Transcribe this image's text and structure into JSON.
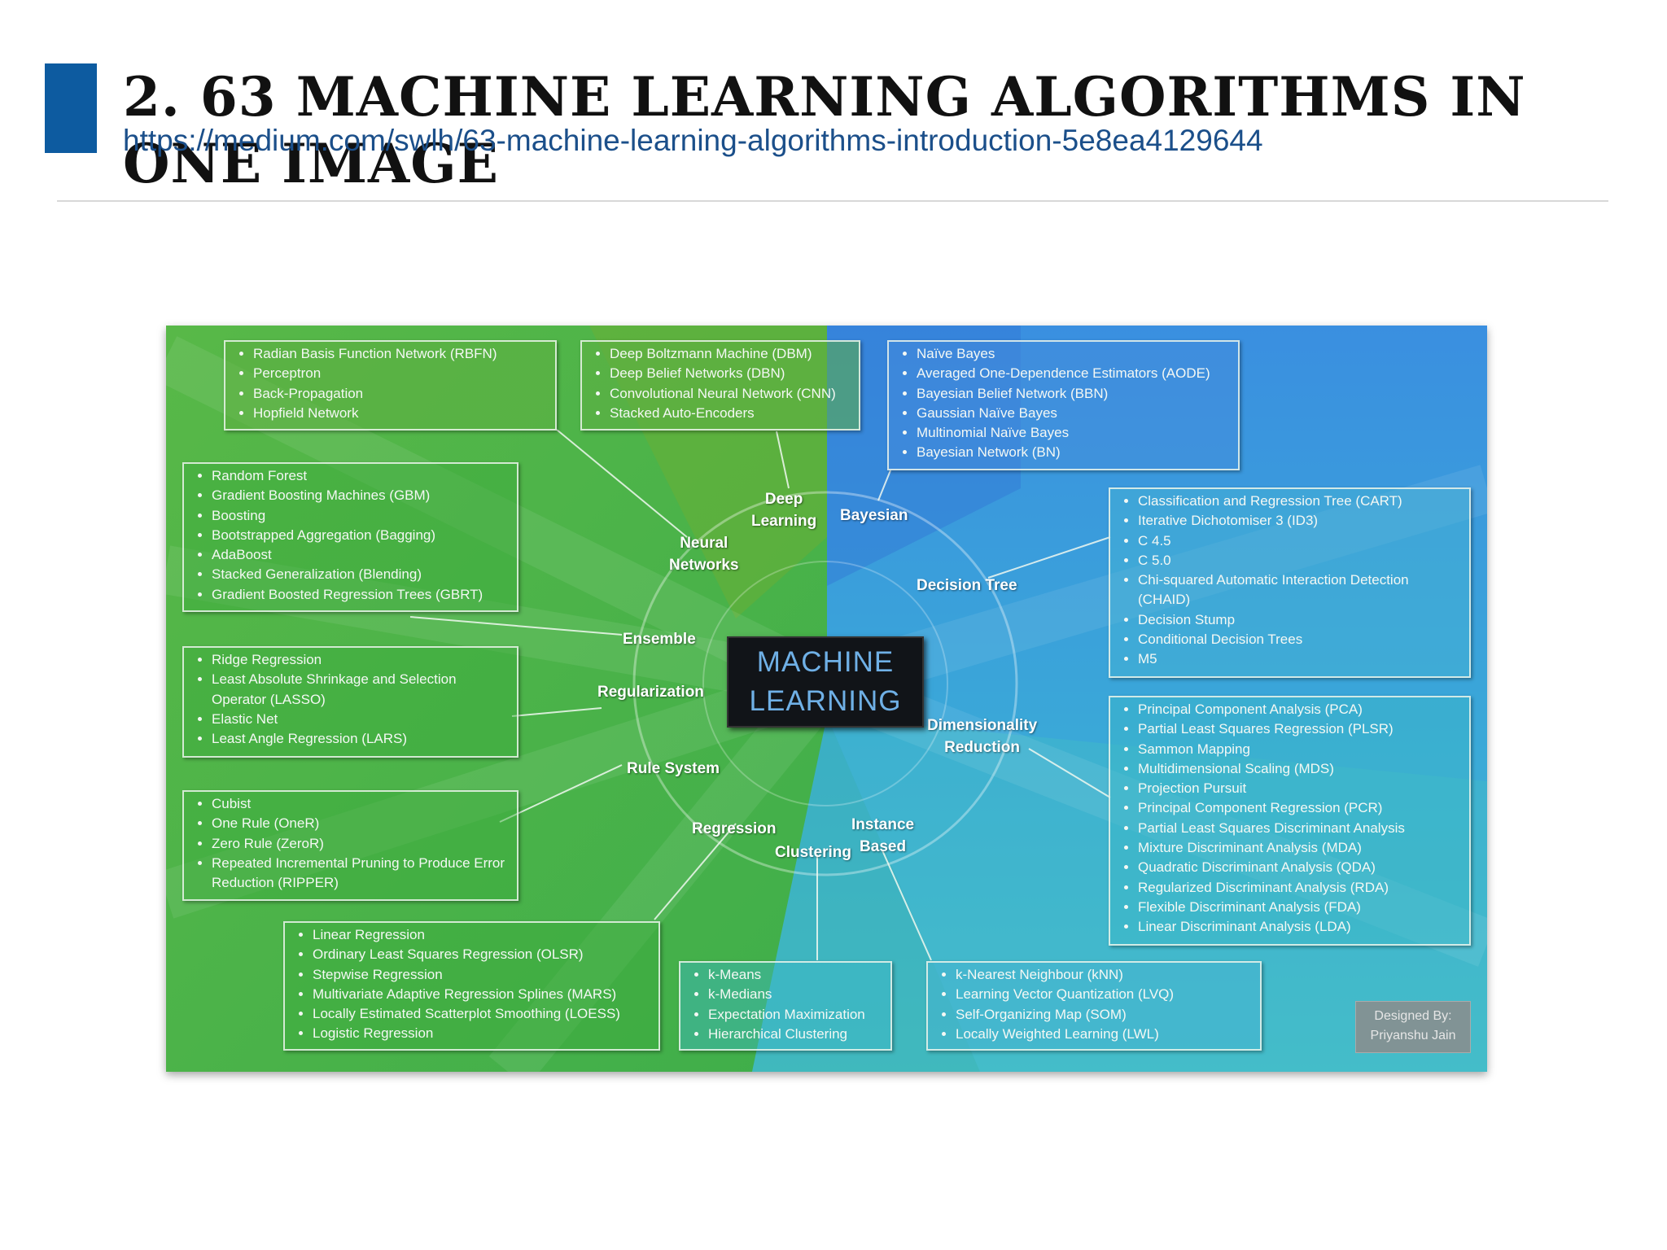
{
  "slide": {
    "title": "2.  63 MACHINE LEARNING ALGORITHMS IN ONE IMAGE",
    "url": "https://medium.com/swlh/63-machine-learning-algorithms-introduction-5e8ea4129644",
    "accent_color": "#0d5ba0"
  },
  "diagram": {
    "center_line1": "MACHINE",
    "center_line2": "LEARNING",
    "credit_line1": "Designed By:",
    "credit_line2": "Priyanshu Jain",
    "categories": {
      "deep_learning": [
        "Deep",
        "Learning"
      ],
      "bayesian": "Bayesian",
      "neural_networks": [
        "Neural",
        "Networks"
      ],
      "decision_tree": "Decision Tree",
      "ensemble": "Ensemble",
      "regularization": "Regularization",
      "dimensionality_reduction": [
        "Dimensionality",
        "Reduction"
      ],
      "rule_system": "Rule System",
      "regression": "Regression",
      "instance_based": [
        "Instance",
        "Based"
      ],
      "clustering": "Clustering"
    },
    "boxes": {
      "neural_networks": [
        "Radian Basis Function Network (RBFN)",
        "Perceptron",
        "Back-Propagation",
        "Hopfield Network"
      ],
      "deep_learning": [
        "Deep Boltzmann Machine (DBM)",
        "Deep Belief Networks (DBN)",
        "Convolutional Neural Network (CNN)",
        "Stacked Auto-Encoders"
      ],
      "bayesian": [
        "Naïve Bayes",
        "Averaged One-Dependence Estimators (AODE)",
        "Bayesian Belief Network (BBN)",
        "Gaussian Naïve Bayes",
        "Multinomial Naïve Bayes",
        "Bayesian Network (BN)"
      ],
      "ensemble": [
        "Random Forest",
        "Gradient Boosting Machines (GBM)",
        "Boosting",
        "Bootstrapped Aggregation (Bagging)",
        "AdaBoost",
        "Stacked Generalization (Blending)",
        "Gradient Boosted Regression Trees (GBRT)"
      ],
      "decision_tree": [
        "Classification and Regression Tree (CART)",
        "Iterative Dichotomiser 3 (ID3)",
        "C 4.5",
        "C 5.0",
        "Chi-squared Automatic Interaction Detection (CHAID)",
        "Decision Stump",
        "Conditional Decision Trees",
        "M5"
      ],
      "regularization": [
        "Ridge Regression",
        "Least Absolute Shrinkage and Selection Operator (LASSO)",
        "Elastic Net",
        "Least Angle Regression (LARS)"
      ],
      "dimensionality_reduction": [
        "Principal Component Analysis (PCA)",
        "Partial Least Squares Regression (PLSR)",
        "Sammon Mapping",
        "Multidimensional Scaling (MDS)",
        "Projection Pursuit",
        "Principal Component Regression (PCR)",
        "Partial Least Squares Discriminant Analysis",
        "Mixture Discriminant Analysis (MDA)",
        "Quadratic Discriminant Analysis (QDA)",
        "Regularized Discriminant Analysis (RDA)",
        "Flexible Discriminant Analysis (FDA)",
        "Linear Discriminant Analysis (LDA)"
      ],
      "rule_system": [
        "Cubist",
        "One Rule (OneR)",
        "Zero Rule (ZeroR)",
        "Repeated Incremental Pruning to Produce Error Reduction (RIPPER)"
      ],
      "regression": [
        "Linear Regression",
        "Ordinary Least Squares Regression (OLSR)",
        "Stepwise Regression",
        "Multivariate Adaptive Regression Splines (MARS)",
        "Locally Estimated Scatterplot Smoothing (LOESS)",
        "Logistic Regression"
      ],
      "clustering": [
        "k-Means",
        "k-Medians",
        "Expectation Maximization",
        "Hierarchical Clustering"
      ],
      "instance_based": [
        "k-Nearest Neighbour (kNN)",
        "Learning Vector Quantization (LVQ)",
        "Self-Organizing Map (SOM)",
        "Locally Weighted Learning (LWL)"
      ]
    }
  }
}
